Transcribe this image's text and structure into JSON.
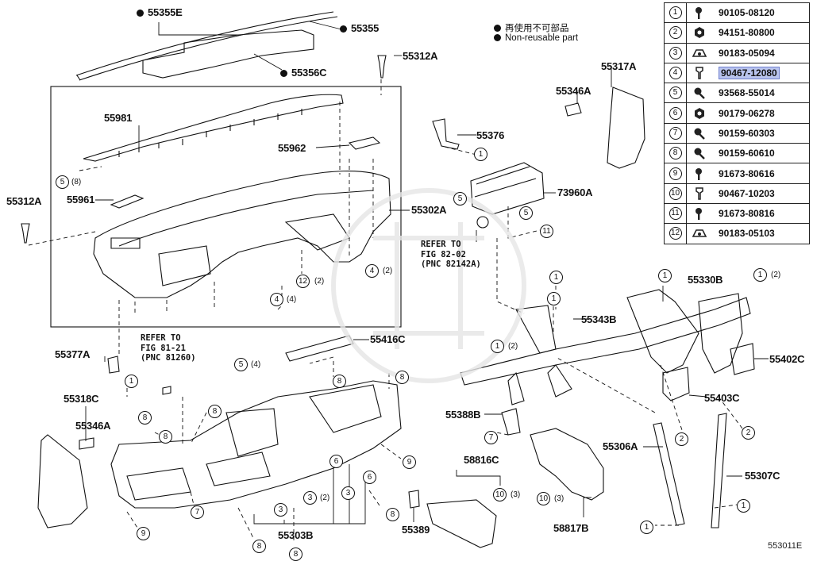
{
  "notes": {
    "japanese": "再使用不可部品",
    "english": "Non-reusable part"
  },
  "figure_id": "553011E",
  "legend": [
    {
      "key": "1",
      "part": "90105-08120",
      "icon": "bolt-icon"
    },
    {
      "key": "2",
      "part": "94151-80800",
      "icon": "nut-icon"
    },
    {
      "key": "3",
      "part": "90183-05094",
      "icon": "nut-clip-icon"
    },
    {
      "key": "4",
      "part": "90467-12080",
      "icon": "clip-icon",
      "highlight": true
    },
    {
      "key": "5",
      "part": "93568-55014",
      "icon": "screw-icon"
    },
    {
      "key": "6",
      "part": "90179-06278",
      "icon": "nut-icon"
    },
    {
      "key": "7",
      "part": "90159-60303",
      "icon": "screw-icon"
    },
    {
      "key": "8",
      "part": "90159-60610",
      "icon": "screw-icon"
    },
    {
      "key": "9",
      "part": "91673-80616",
      "icon": "bolt-icon"
    },
    {
      "key": "10",
      "part": "90467-10203",
      "icon": "clip-icon"
    },
    {
      "key": "11",
      "part": "91673-80816",
      "icon": "bolt-icon"
    },
    {
      "key": "12",
      "part": "90183-05103",
      "icon": "nut-clip-icon"
    }
  ],
  "parts": {
    "p55355E": "55355E",
    "p55355": "55355",
    "p55356C": "55356C",
    "p55312A_top": "55312A",
    "p55981": "55981",
    "p55962": "55962",
    "p55961": "55961",
    "p55312A_left": "55312A",
    "p55302A": "55302A",
    "p55376": "55376",
    "p55317A": "55317A",
    "p55346A_top": "55346A",
    "p73960A": "73960A",
    "p55377A": "55377A",
    "p55416C": "55416C",
    "p55318C": "55318C",
    "p55346A_left": "55346A",
    "p55330B": "55330B",
    "p55343B": "55343B",
    "p55402C": "55402C",
    "p55403C": "55403C",
    "p55388B": "55388B",
    "p55306A": "55306A",
    "p55307C": "55307C",
    "p58816C": "58816C",
    "p58817B": "58817B",
    "p55389": "55389",
    "p55303B": "55303B"
  },
  "refs": {
    "ref1": "REFER TO\nFIG 82-02\n(PNC 82142A)",
    "ref2": "REFER TO\nFIG 81-21\n(PNC 81260)"
  },
  "callouts": {
    "c5_8": {
      "num": "5",
      "qty": "(8)"
    },
    "c12_2": {
      "num": "12",
      "qty": "(2)"
    },
    "c4_4": {
      "num": "4",
      "qty": "(4)"
    },
    "c4_2": {
      "num": "4",
      "qty": "(2)"
    },
    "c5_4": {
      "num": "5",
      "qty": "(4)"
    },
    "c1_2a": {
      "num": "1",
      "qty": "(2)"
    },
    "c1_2b": {
      "num": "1",
      "qty": "(2)"
    },
    "c3_2": {
      "num": "3",
      "qty": "(2)"
    },
    "c10_3a": {
      "num": "10",
      "qty": "(3)"
    },
    "c10_3b": {
      "num": "10",
      "qty": "(3)"
    }
  }
}
